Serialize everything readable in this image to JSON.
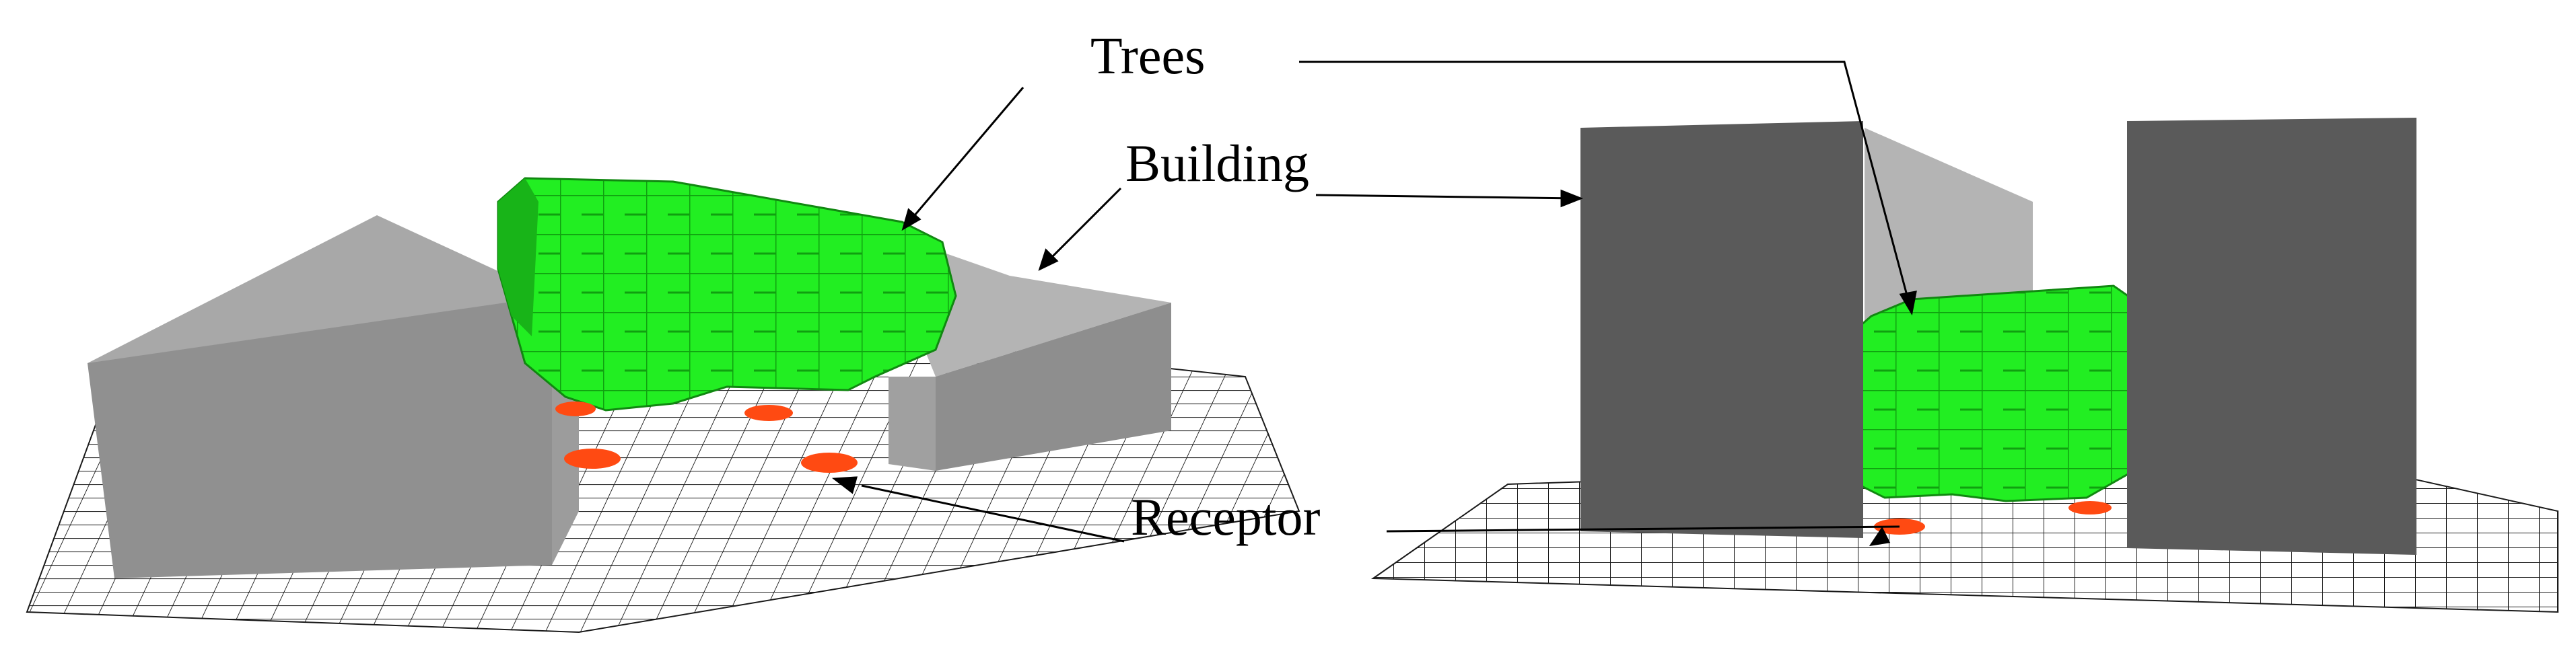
{
  "labels": {
    "trees": "Trees",
    "building": "Building",
    "receptor": "Receptor"
  },
  "colors": {
    "background": "#ffffff",
    "tree_green": "#22ee22",
    "tree_green_dark": "#18b418",
    "building_top": "#a8a8a8",
    "building_side": "#8e8e8e",
    "building_dark": "#5a5a5a",
    "building_light": "#b4b4b4",
    "grid_line": "#1a1a1a",
    "receptor": "#ff4a12"
  }
}
